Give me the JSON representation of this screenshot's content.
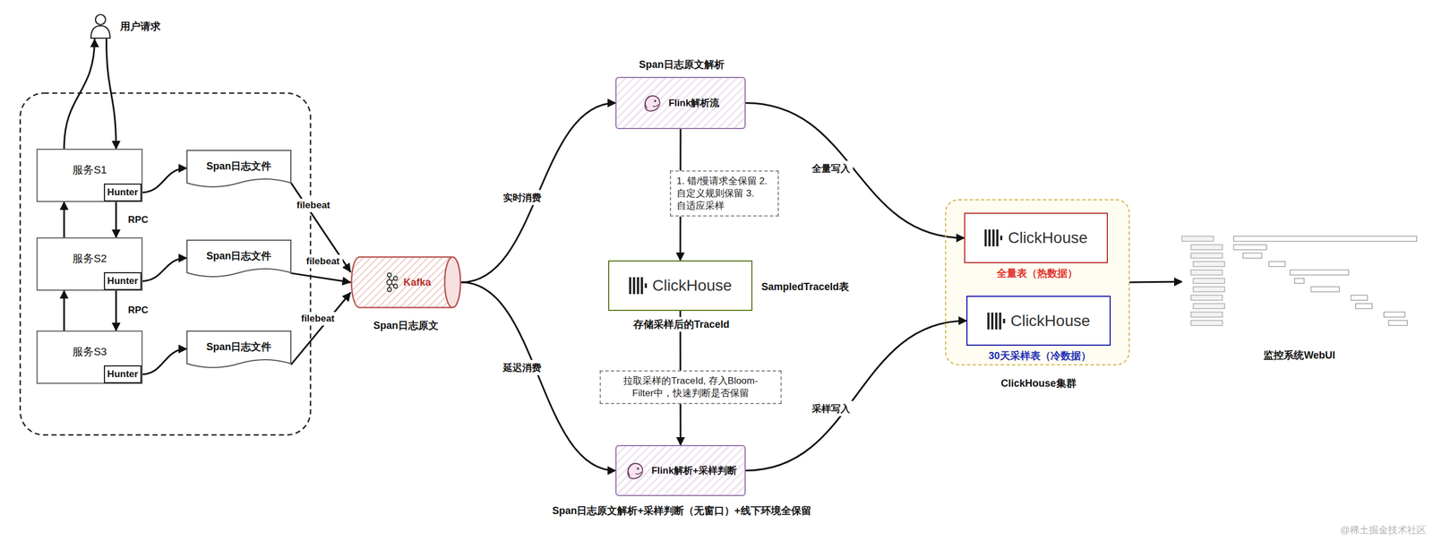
{
  "diagram": {
    "nodes": [
      {
        "text": [
          "用户请求"
        ]
      },
      {
        "text": [
          "服务S1"
        ]
      },
      {
        "text": [
          "Hunter"
        ],
        "in": 1
      },
      {
        "text": [
          "Span日志文件"
        ]
      },
      {
        "text": [
          "服务S2"
        ]
      },
      {
        "text": [
          "Hunter"
        ],
        "in": 4
      },
      {
        "text": [
          "Span日志文件"
        ]
      },
      {
        "text": [
          "服务S3"
        ]
      },
      {
        "text": [
          "Hunter"
        ],
        "in": 7
      },
      {
        "text": [
          "Span日志文件"
        ]
      },
      {
        "text": [
          "Kafka",
          "Span日志原文"
        ]
      },
      {
        "text": [
          "Span日志原文解析",
          "Flink解析流"
        ]
      },
      {
        "text": [
          "ClickHouse",
          "SampledTraceId表",
          "存储采样后的TraceId"
        ]
      },
      {
        "text": [
          "Flink解析+采样判断",
          "Span日志原文解析+采样判断（无窗口）+线下环境全保留"
        ]
      },
      {
        "text": [
          "ClickHouse集群"
        ]
      },
      {
        "text": [
          "ClickHouse",
          "全量表（热数据）"
        ],
        "in": 14
      },
      {
        "text": [
          "ClickHouse",
          "30天采样表（冷数据）"
        ],
        "in": 14
      },
      {
        "text": [
          "监控系统WebUI"
        ]
      }
    ],
    "edges": [
      {
        "from": 1,
        "to": 0,
        "arrow": "to"
      },
      {
        "from": 0,
        "to": 1,
        "arrow": "to"
      },
      {
        "from": 1,
        "to": 4,
        "arrow": "to",
        "label": "RPC"
      },
      {
        "from": 4,
        "to": 1,
        "arrow": "to"
      },
      {
        "from": 4,
        "to": 7,
        "arrow": "to",
        "label": "RPC"
      },
      {
        "from": 7,
        "to": 4,
        "arrow": "to"
      },
      {
        "from": 2,
        "to": 3,
        "arrow": "to"
      },
      {
        "from": 5,
        "to": 6,
        "arrow": "to"
      },
      {
        "from": 8,
        "to": 9,
        "arrow": "to"
      },
      {
        "from": 3,
        "to": 10,
        "arrow": "to",
        "label": "filebeat"
      },
      {
        "from": 6,
        "to": 10,
        "arrow": "to",
        "label": "filebeat"
      },
      {
        "from": 9,
        "to": 10,
        "arrow": "to",
        "label": "filebeat"
      },
      {
        "from": 10,
        "to": 11,
        "arrow": "to",
        "label": "实时消费"
      },
      {
        "from": 10,
        "to": 13,
        "arrow": "to",
        "label": "延迟消费"
      },
      {
        "from": 11,
        "to": 12,
        "arrow": "to",
        "label": "1. 错/慢请求全保留 2. 自定义规则保留 3. 自适应采样"
      },
      {
        "from": 12,
        "to": 13,
        "arrow": "to",
        "label": "拉取采样的TraceId, 存入Bloom-Filter中，快速判断是否保留"
      },
      {
        "from": 11,
        "to": 15,
        "arrow": "to",
        "label": "全量写入"
      },
      {
        "from": 13,
        "to": 16,
        "arrow": "to",
        "label": "采样写入"
      },
      {
        "from": 14,
        "to": 17,
        "arrow": "to"
      }
    ],
    "labels": [
      "@稀土掘金技术社区"
    ]
  }
}
